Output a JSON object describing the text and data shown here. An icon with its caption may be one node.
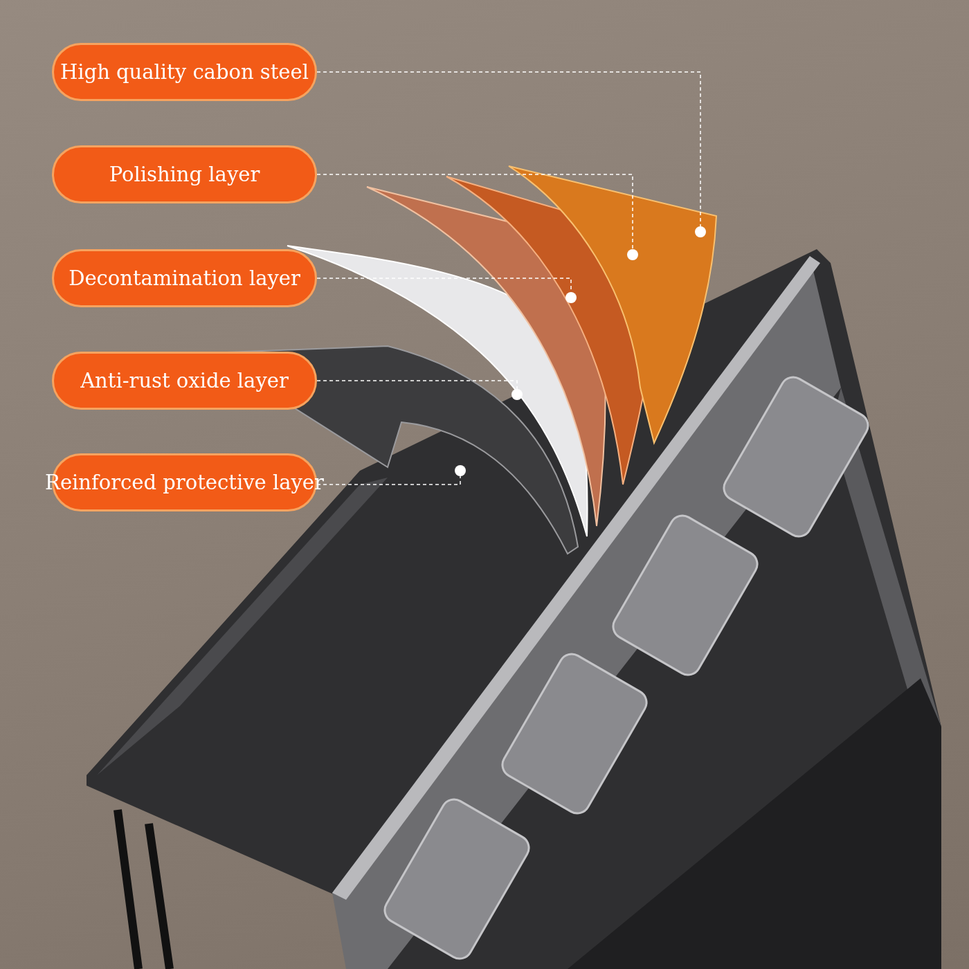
{
  "diagram": {
    "nodes": [
      {
        "text": [
          "High quality cabon steel"
        ]
      },
      {
        "text": [
          "Polishing layer"
        ]
      },
      {
        "text": [
          "Decontamination layer"
        ]
      },
      {
        "text": [
          "Anti-rust oxide layer"
        ]
      },
      {
        "text": [
          "Reinforced protective layer"
        ]
      },
      {
        "text": [],
        "shape": "picture"
      },
      {
        "text": [],
        "shape": "picture"
      },
      {
        "text": [],
        "shape": "picture"
      },
      {
        "text": [],
        "shape": "picture"
      },
      {
        "text": [],
        "shape": "picture"
      }
    ],
    "edges": [
      {
        "from": 0,
        "to": 9,
        "arrow": "other",
        "style": "dashed"
      },
      {
        "from": 1,
        "to": 8,
        "arrow": "other",
        "style": "dashed"
      },
      {
        "from": 2,
        "to": 7,
        "arrow": "other",
        "style": "dashed"
      },
      {
        "from": 3,
        "to": 6,
        "arrow": "other",
        "style": "dashed"
      },
      {
        "from": 4,
        "to": 5,
        "arrow": "other",
        "style": "dashed"
      }
    ]
  }
}
